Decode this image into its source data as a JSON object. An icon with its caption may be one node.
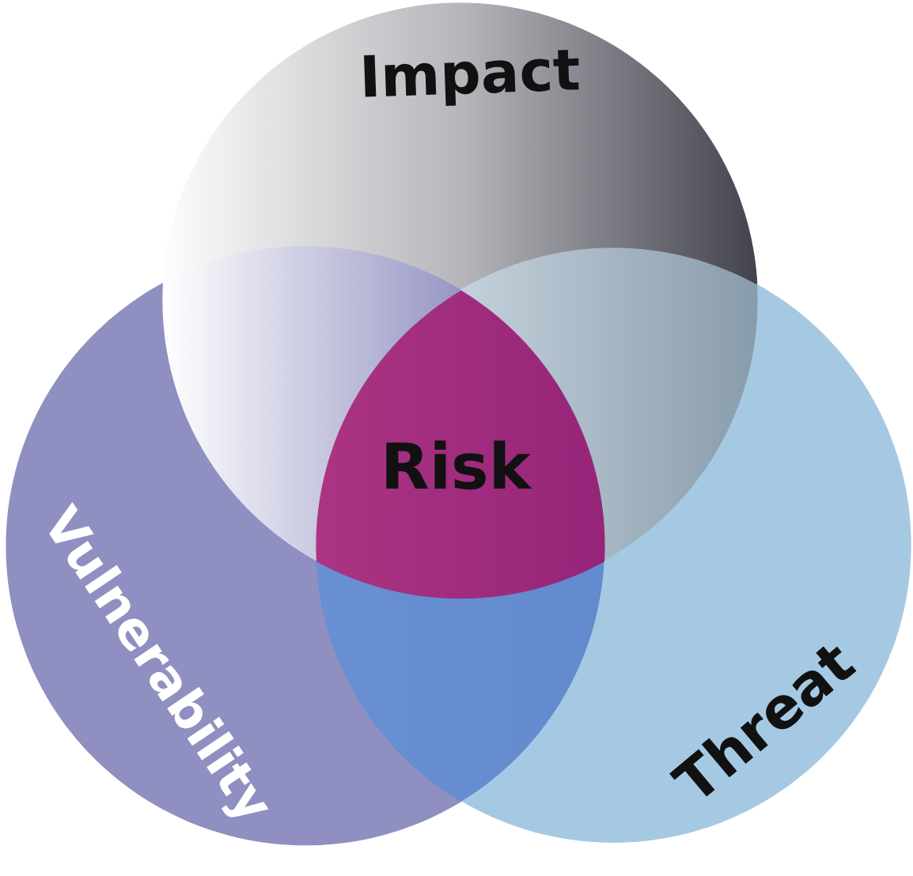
{
  "diagram": {
    "nodes": [
      {
        "text": [
          "Impact"
        ]
      },
      {
        "text": [
          "Vulnerability"
        ]
      },
      {
        "text": [
          "Threat"
        ]
      },
      {
        "text": [],
        "shape": "lens"
      },
      {
        "text": [],
        "shape": "lens"
      },
      {
        "text": [],
        "shape": "lens"
      },
      {
        "text": [
          "Risk"
        ]
      }
    ]
  }
}
